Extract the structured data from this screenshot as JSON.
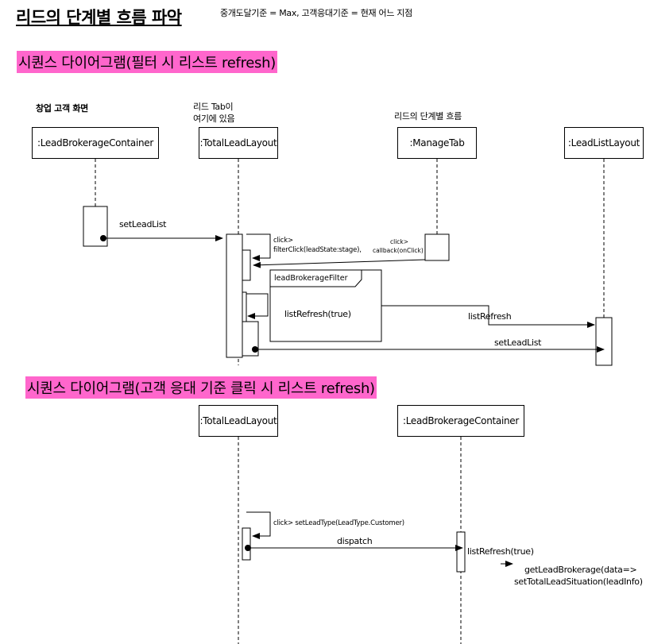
{
  "header": {
    "title": "리드의 단계별 흐름 파악",
    "note": "중개도달기준 = Max, 고객응대기준 = 현재 어느 지점"
  },
  "diagram1": {
    "section_title": "시퀀스 다이어그램(필터 시 리스트 refresh)",
    "note_customer_screen": "창업 고객 화면",
    "note_lead_tab_line1": "리드 Tab이",
    "note_lead_tab_line2": "여기에 있음",
    "note_lead_stage_flow": "리드의 단계별 흐름",
    "participants": [
      ":LeadBrokerageContainer",
      ":TotalLeadLayout",
      ":ManageTab",
      ":LeadListLayout"
    ],
    "msg_set_lead_list_1": "setLeadList",
    "msg_click_line1": "click>",
    "msg_click_line2": "filterClick(leadState:stage),",
    "msg_click_small_line1": "click>",
    "msg_click_small_line2": "callback(onClick)",
    "fragment_label": "leadBrokerageFilter",
    "fragment_body": "listRefresh(true)",
    "msg_list_refresh": "listRefresh",
    "msg_set_lead_list_2": "setLeadList"
  },
  "diagram2": {
    "section_title": "시퀀스 다이어그램(고객 응대 기준 클릭 시 리스트 refresh)",
    "participants": [
      ":TotalLeadLayout",
      ":LeadBrokerageContainer"
    ],
    "msg_set_lead_type": "click> setLeadType(LeadType.Customer)",
    "msg_dispatch": "dispatch",
    "msg_list_refresh": "listRefresh(true)",
    "note_line1": "getLeadBrokerage(data=>",
    "note_line2": "setTotalLeadSituation(leadInfo)"
  }
}
